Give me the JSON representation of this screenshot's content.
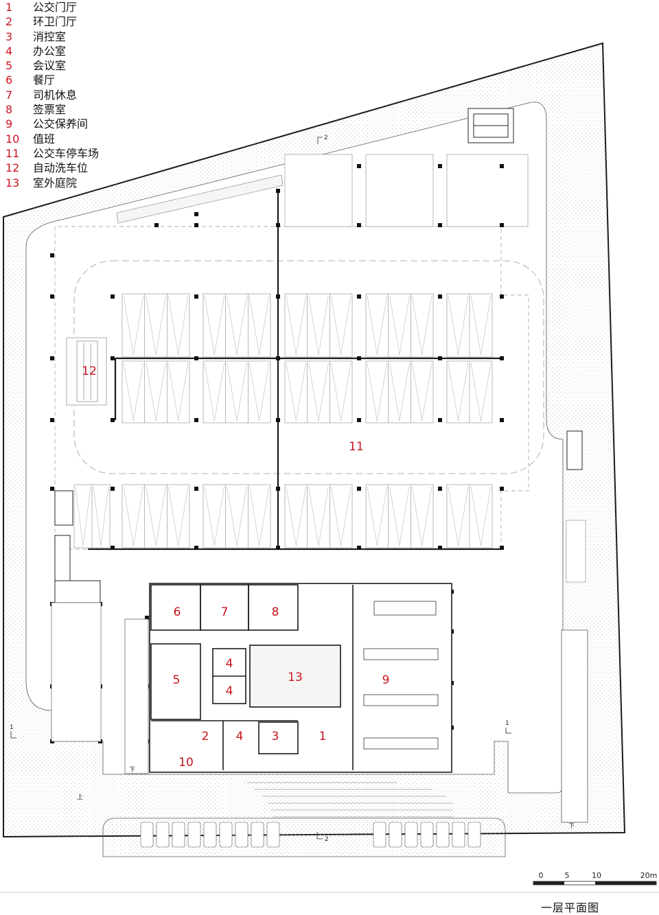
{
  "legend": [
    {
      "num": "1",
      "label": "公交门厅"
    },
    {
      "num": "2",
      "label": "环卫门厅"
    },
    {
      "num": "3",
      "label": "消控室"
    },
    {
      "num": "4",
      "label": "办公室"
    },
    {
      "num": "5",
      "label": "会议室"
    },
    {
      "num": "6",
      "label": "餐厅"
    },
    {
      "num": "7",
      "label": "司机休息"
    },
    {
      "num": "8",
      "label": "签票室"
    },
    {
      "num": "9",
      "label": "公交保养间"
    },
    {
      "num": "10",
      "label": "值班"
    },
    {
      "num": "11",
      "label": "公交车停车场"
    },
    {
      "num": "12",
      "label": "自动洗车位"
    },
    {
      "num": "13",
      "label": "室外庭院"
    }
  ],
  "room_labels": [
    "6",
    "7",
    "8",
    "5",
    "4",
    "4",
    "13",
    "9",
    "2",
    "4",
    "3",
    "1",
    "10",
    "11",
    "12"
  ],
  "section_marks": {
    "one": "1",
    "two": "2",
    "down": "下",
    "up": "上"
  },
  "scale_bar": {
    "labels": [
      "0",
      "5",
      "10",
      "20m"
    ]
  },
  "caption": "一层平面图",
  "colors": {
    "accent_red": "#c8141e",
    "line": "#1a1a1a",
    "dots": "#bdbdbd"
  }
}
